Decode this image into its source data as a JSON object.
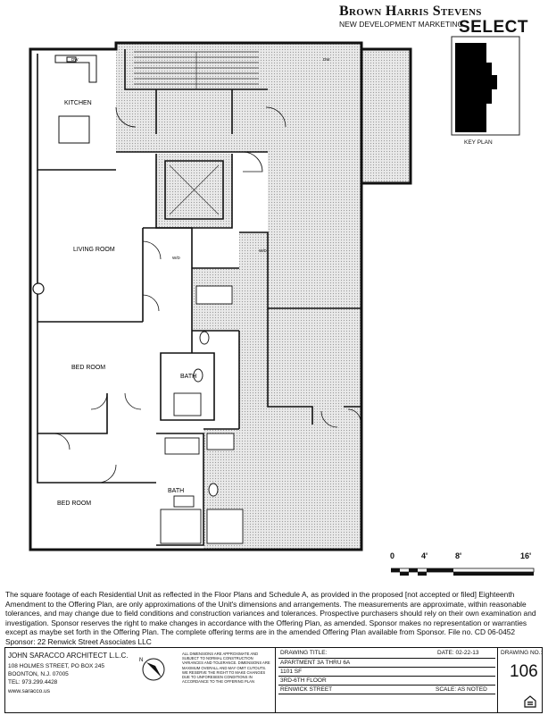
{
  "branding": {
    "company": "Brown Harris Stevens",
    "division": "NEW DEVELOPMENT MARKETING",
    "product": "SELECT"
  },
  "key_plan": {
    "label": "KEY PLAN"
  },
  "rooms": {
    "kitchen": "KITCHEN",
    "living_room": "LIVING ROOM",
    "bed_room_1": "BED ROOM",
    "bed_room_2": "BED ROOM",
    "bath_1": "BATH",
    "bath_2": "BATH",
    "dw_1": "DW",
    "dw_2": "DW",
    "wd_1": "W/D",
    "wd_2": "W/D"
  },
  "scale_bar": {
    "labels": [
      "0",
      "4'",
      "8'",
      "16'"
    ]
  },
  "disclaimer": "The square footage of each Residential Unit as reflected in the Floor Plans and Schedule A, as provided in the proposed [not accepted or filed] Eighteenth Amendment to the Offering Plan, are only approximations of the Unit's dimensions and arrangements. The measurements are approximate, within reasonable tolerances, and may change due to field conditions and construction variances and tolerances. Prospective purchasers should rely on their own examination and investigation. Sponsor reserves the right to make changes in accordance with the Offering Plan, as amended. Sponsor makes no representation or warranties except as maybe set forth in the Offering Plan. The complete offering terms are in the amended Offering Plan available from Sponsor. File no. CD 06-0452  Sponsor: 22 Renwick Street Associates LLC",
  "title_block": {
    "architect": "JOHN SARACCO ARCHITECT L.L.C.",
    "address1": "108 HOLMES STREET, PO BOX 245",
    "address2": "BOONTON, N.J. 07005",
    "tel": "TEL:  973.299.4428",
    "web": "www.saracco.us",
    "north": "N",
    "notes": "ALL DIMENSIONS ARE APPROXIMATE AND SUBJECT TO NORMAL CONSTRUCTION VARIANCES AND TOLERANCE. DIMENSIONS ARE MAXIMUM OVERALL AND MAY OMIT CUTOUTS. WE RESERVE THE RIGHT TO MAKE CHANGES DUE TO UNFORESEEN CONDITIONS IN ACCORDANCE TO THE OFFERING PLAN",
    "drawing_title_label": "DRAWING TITLE:",
    "date": "DATE: 02-22-13",
    "apartment": "APARTMENT 3A THRU 6A",
    "area": "1101 SF",
    "floors": "3RD-6TH FLOOR",
    "street": "RENWICK STREET",
    "scale": "SCALE: AS NOTED",
    "drawing_no_label": "DRAWING NO.:",
    "drawing_no": "106"
  }
}
